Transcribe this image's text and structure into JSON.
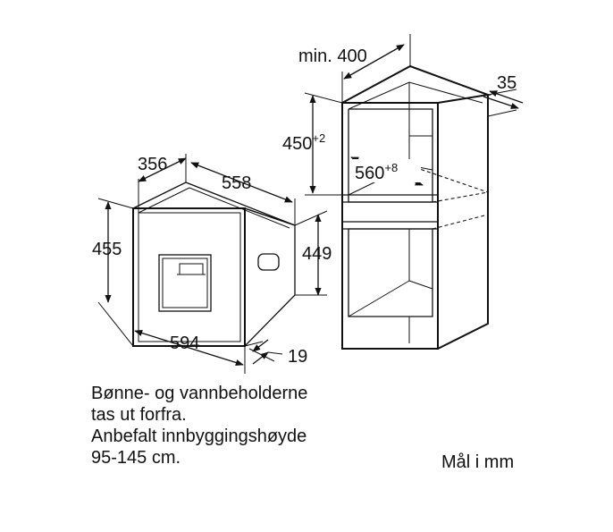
{
  "appliance_dimensions": {
    "depth_behind_front": "356",
    "depth": "558",
    "height": "455",
    "inner_height": "449",
    "width": "594",
    "front_thickness": "19"
  },
  "niche_dimensions": {
    "min_depth": "min. 400",
    "gap": "35",
    "height_value": "450",
    "height_tolerance": "+2",
    "width_value": "560",
    "width_tolerance": "+8"
  },
  "notes": [
    "Bønne- og vannbeholderne",
    "tas ut forfra.",
    "Anbefalt innbyggingshøyde",
    "95-145 cm."
  ],
  "units_note": "Mål i mm"
}
